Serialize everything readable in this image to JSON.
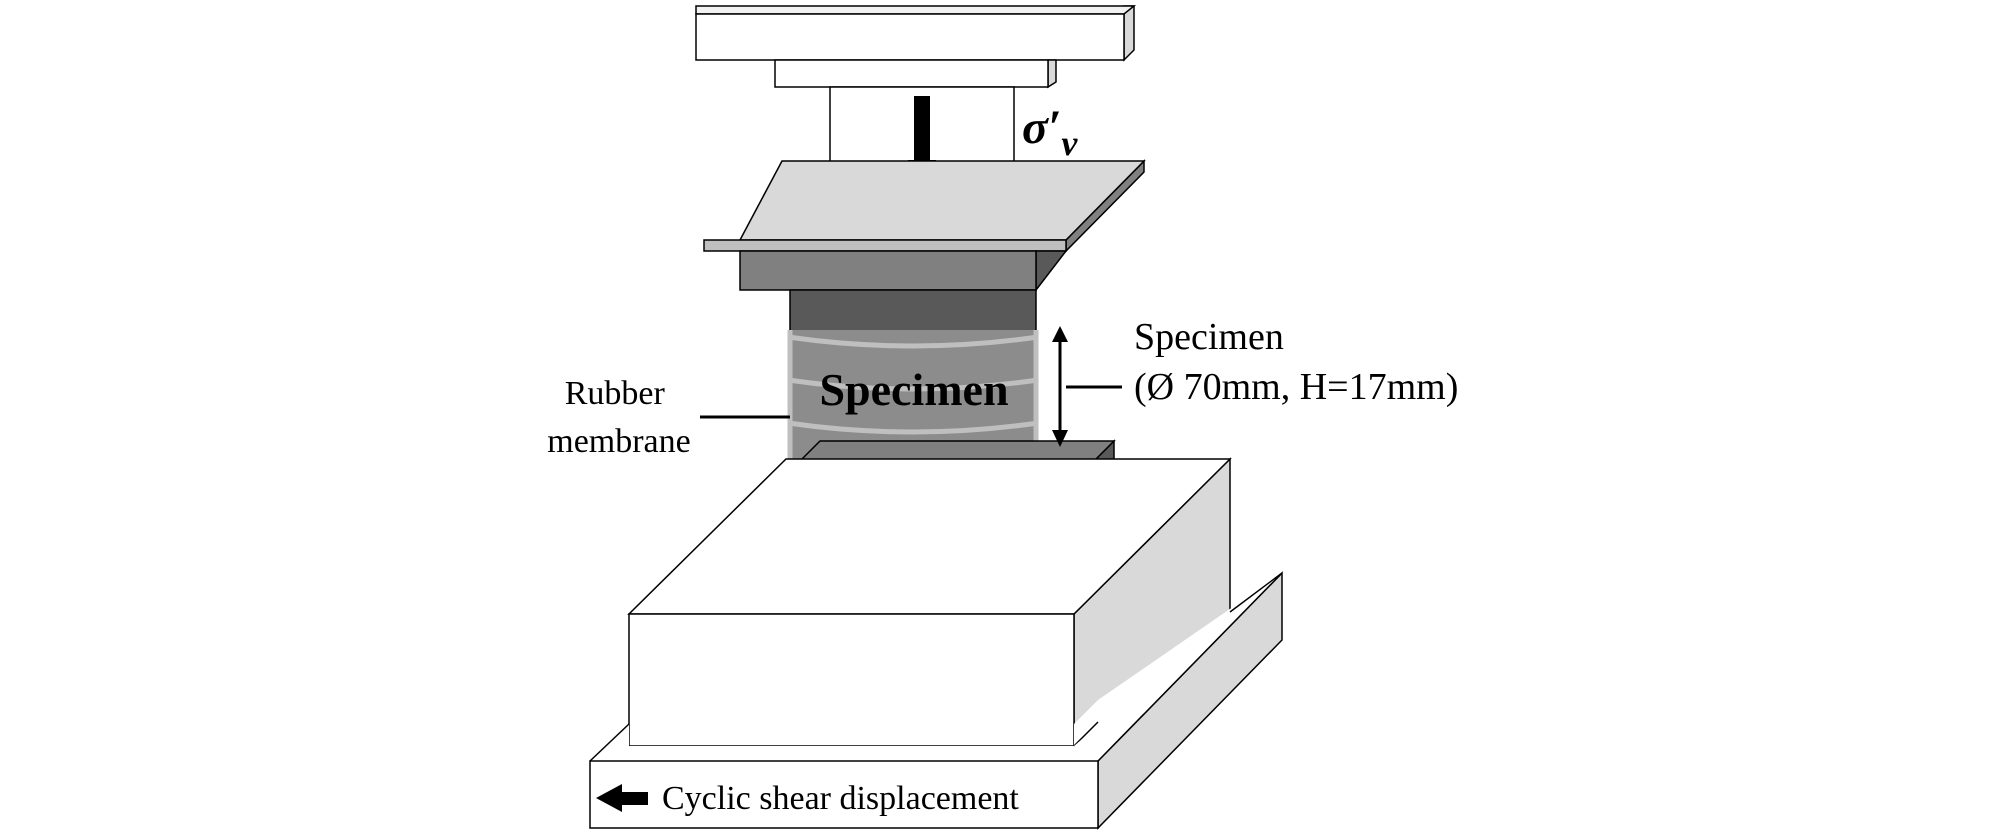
{
  "stress_label": {
    "symbol": "σ",
    "prime": "′",
    "subscript": "v"
  },
  "specimen_center_label": "Specimen",
  "specimen_side_label": {
    "line1": "Specimen",
    "line2": "(Ø 70mm, H=17mm)"
  },
  "membrane_label": {
    "line1": "Rubber",
    "line2": "membrane"
  },
  "displacement_label": "Cyclic shear displacement",
  "colors": {
    "outline": "#000000",
    "white": "#ffffff",
    "light_gray": "#d9d9d9",
    "mid_gray": "#808080",
    "dark_gray": "#595959",
    "specimen_gray": "#8c8c8c",
    "membrane_bands": "#bfbfbf"
  }
}
